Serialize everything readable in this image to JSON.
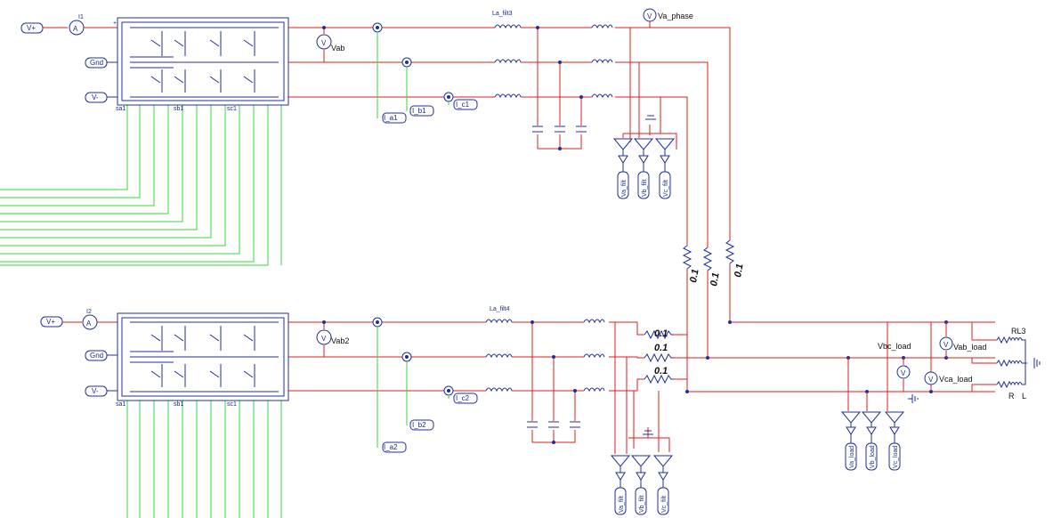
{
  "top": {
    "supply_pos": "V+",
    "supply_gnd": "Gnd",
    "supply_neg": "V-",
    "ammeter_name": "I1",
    "ammeter_symbol": "A",
    "voltmeter_name": "Vab",
    "voltmeter_symbol": "V",
    "filter_label": "La_filt3",
    "phase_meter": "Va_phase",
    "current_probes": [
      "I_a1",
      "I_b1",
      "I_c1"
    ],
    "voltage_outputs": [
      "Va_filt",
      "Vb_filt",
      "Vc_filt"
    ],
    "gate_labels": [
      "sa1",
      "sb1",
      "sc1"
    ]
  },
  "bottom": {
    "supply_pos": "V+",
    "supply_gnd": "Gnd",
    "supply_neg": "V-",
    "ammeter_name": "I2",
    "ammeter_symbol": "A",
    "voltmeter_name": "Vab2",
    "voltmeter_symbol": "V",
    "filter_label": "La_filt4",
    "current_probes": [
      "I_a2",
      "I_b2",
      "I_c2"
    ],
    "voltage_outputs": [
      "Va_filt",
      "Vb_filt",
      "Vc_filt"
    ],
    "gate_labels": [
      "sa1",
      "sb1",
      "sc1"
    ]
  },
  "tie_resistors": [
    "0.1",
    "0.1",
    "0.1"
  ],
  "series_resistors": [
    "0.1",
    "0.1",
    "0.1"
  ],
  "load": {
    "name": "RL3",
    "vbc": "Vbc_load",
    "vab": "Vab_load",
    "vca": "Vca_load",
    "r_label": "R",
    "l_label": "L",
    "voltage_outputs": [
      "Va_load",
      "Vb_load",
      "Vc_load"
    ]
  },
  "polarity": {
    "plus": "+",
    "minus": "-"
  }
}
